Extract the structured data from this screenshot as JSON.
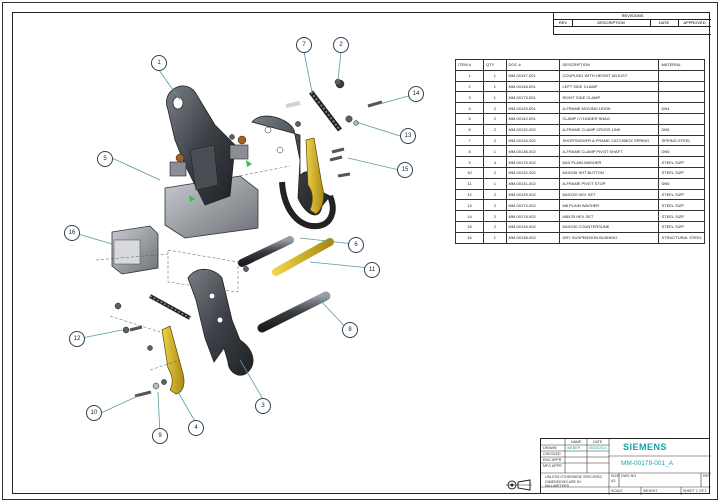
{
  "revisions": {
    "title": "REVISIONS",
    "columns": [
      "REV",
      "DESCRIPTION",
      "DATE",
      "APPROVED"
    ]
  },
  "bom": {
    "columns": [
      "ITEM #",
      "QTY",
      "DOC #",
      "DESCRIPTION",
      "MATERIAL"
    ],
    "rows": [
      [
        "1",
        "1",
        "MM-00147-001",
        "COUPLING WITH HEIGHT ADJUST",
        ""
      ],
      [
        "2",
        "1",
        "MM-00148-001",
        "LEFT SIDE CLAMP",
        ""
      ],
      [
        "3",
        "1",
        "MM-00173-001",
        "RIGHT SIDE CLAMP",
        ""
      ],
      [
        "4",
        "2",
        "MM-00129-001",
        "A-FRAME MOVING HOOK",
        "DN4"
      ],
      [
        "5",
        "2",
        "MM-00142-001",
        "CLAMP CYLINDER SNAG",
        ""
      ],
      [
        "6",
        "2",
        "MM-00132-002",
        "A-FRAME CLAMP CROSS LINK",
        "DN5"
      ],
      [
        "7",
        "2",
        "MM-00134-002",
        "SHORTMOVER A-FRAME CATCHBOX SPRING",
        "SPRING STEEL"
      ],
      [
        "8",
        "1",
        "MM-00136-002",
        "A-FRAME CLAMP PIVOT SHAFT",
        "DN5"
      ],
      [
        "9",
        "4",
        "MM-00175-002",
        "M10 PLAIN WASHER",
        "STEEL SIZP"
      ],
      [
        "10",
        "2",
        "MM-00132-002",
        "M10X35 SHT BUTTON",
        "STEEL SIZP"
      ],
      [
        "11",
        "1",
        "MM-00131-002",
        "A-FRAME PIVOT STOP",
        "DN5"
      ],
      [
        "12",
        "2",
        "MM-00129-002",
        "M10X20 HEX SET",
        "STEEL SIZP"
      ],
      [
        "13",
        "2",
        "MM-00174-002",
        "M8 PLAIN WASHER",
        "STEEL SIZP"
      ],
      [
        "14",
        "2",
        "MM-00178-002",
        "M8X25 HEX SET",
        "STEEL SIZP"
      ],
      [
        "15",
        "2",
        "MM-00134-002",
        "M10X30 COUNTERSUNK",
        "STEEL SIZP"
      ],
      [
        "16",
        "1",
        "MM-00138-002",
        "DRY SUSPENSION BUSHING",
        "STRUCTURAL STEEL"
      ]
    ]
  },
  "balloons": [
    "1",
    "2",
    "3",
    "4",
    "5",
    "6",
    "7",
    "8",
    "9",
    "10",
    "11",
    "12",
    "13",
    "14",
    "15",
    "16"
  ],
  "title_block": {
    "company": "SIEMENS",
    "drawing_number": "MM-00179-001_A",
    "name_label": "NAME",
    "date_label": "DATE",
    "drawn_label": "DRAWN",
    "drawn_name": "WEBER",
    "drawn_date": "06/03/2021",
    "checked_label": "CHECKED",
    "eng_appr_label": "ENG APPR",
    "mfg_appr_label": "MFG APPR",
    "notes": "UNLESS OTHERWISE SPECIFIED DIMENSIONS ARE IN MILLIMETERS",
    "size_label": "SIZE",
    "size_value": "A3",
    "dwg_no_label": "DWG NO",
    "rev_label": "REV",
    "scale_label": "SCALE",
    "weight_label": "WEIGHT",
    "sheet_label": "SHEET 1 OF 1"
  }
}
